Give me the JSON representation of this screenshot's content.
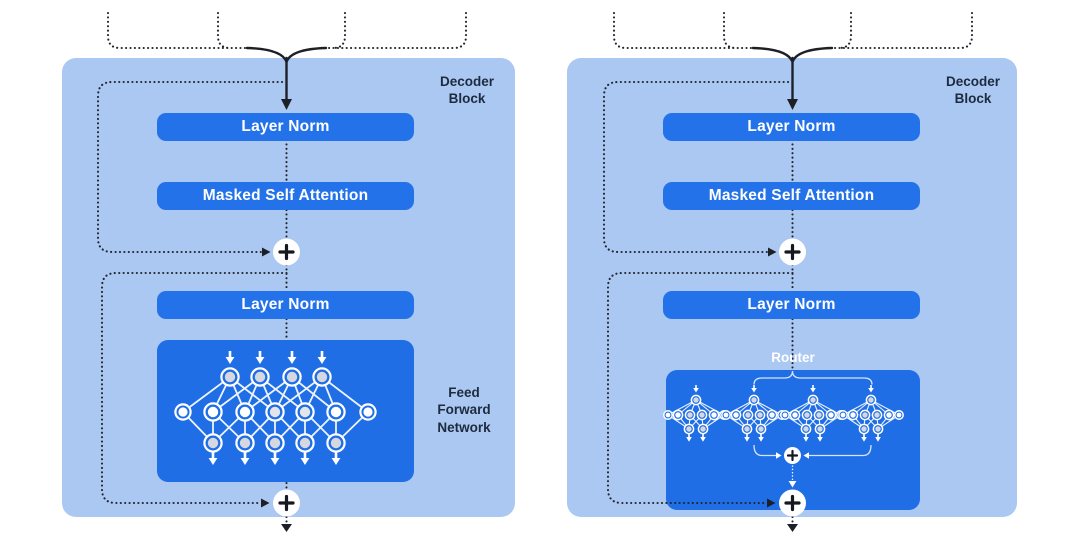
{
  "colors": {
    "background": "#ffffff",
    "panel_light_blue": "#abc8f2",
    "pill_blue": "#2472e9",
    "network_box_blue": "#1f6ee6",
    "node_gray": "#d5d9df",
    "text_dark": "#1d2b3f",
    "line_dark": "#23262e",
    "white": "#ffffff"
  },
  "icons": {
    "plus_icon": "+",
    "down_arrow_icon": "↓"
  },
  "diagrams": [
    {
      "block_label": "Decoder Block",
      "layer_norm_top": "Layer Norm",
      "attention": "Masked Self Attention",
      "layer_norm_bottom": "Layer Norm",
      "ffn_label": "Feed Forward Network"
    },
    {
      "block_label": "Decoder Block",
      "layer_norm_top": "Layer Norm",
      "attention": "Masked Self Attention",
      "layer_norm_bottom": "Layer Norm",
      "router_label": "Router"
    }
  ]
}
